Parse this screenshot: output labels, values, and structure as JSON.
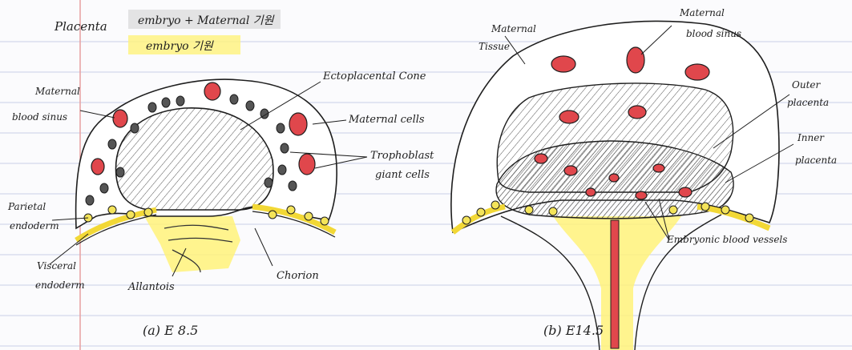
{
  "header": {
    "title": "Placenta",
    "note_1": "embryo + Maternal 기원",
    "note_2": "embryo 기원"
  },
  "panel_a": {
    "caption": "(a) E 8.5",
    "labels": {
      "ectoplacental_cone": "Ectoplacental Cone",
      "maternal_blood_sinus_1": "Maternal",
      "maternal_blood_sinus_2": "blood sinus",
      "maternal_cells": "Maternal cells",
      "trophoblast_1": "Trophoblast",
      "trophoblast_2": "giant cells",
      "parietal_1": "Parietal",
      "parietal_2": "endoderm",
      "visceral_1": "Visceral",
      "visceral_2": "endoderm",
      "allantois": "Allantois",
      "chorion": "Chorion"
    }
  },
  "panel_b": {
    "caption": "(b) E14.5",
    "labels": {
      "maternal_tissue_1": "Maternal",
      "maternal_tissue_2": "Tissue",
      "maternal_blood_sinus_1": "Maternal",
      "maternal_blood_sinus_2": "blood sinus",
      "outer_placenta_1": "Outer",
      "outer_placenta_2": "placenta",
      "inner_placenta_1": "Inner",
      "inner_placenta_2": "placenta",
      "embryonic_vessels": "Embryonic blood vessels"
    }
  },
  "colors": {
    "paper": "#fbfbfd",
    "rule": "#c9cfe6",
    "margin": "#e8a0a0",
    "ink": "#1e1e1e",
    "blood": "#e0474c",
    "yolk": "#f4e45a",
    "highlight": "#fff27a"
  }
}
